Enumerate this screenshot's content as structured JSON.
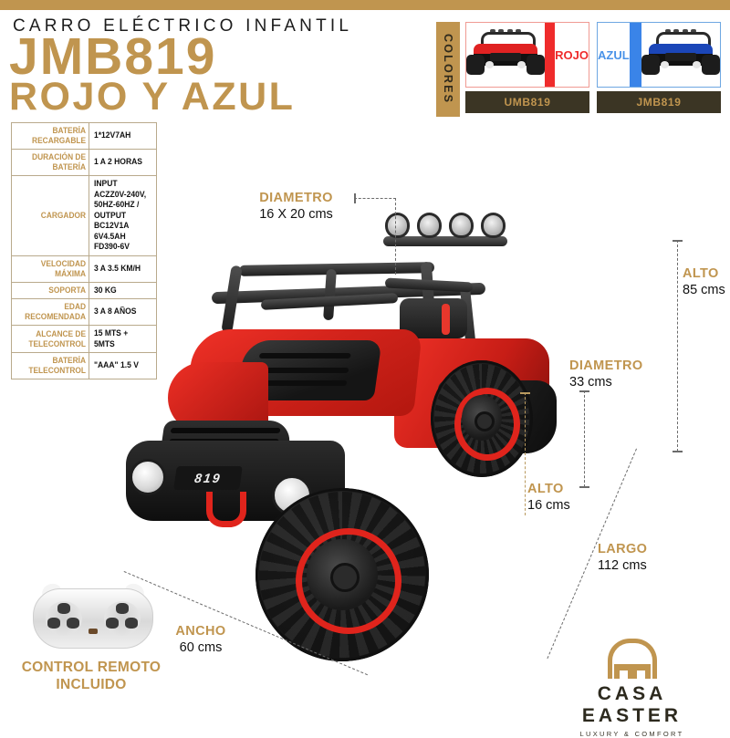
{
  "theme": {
    "gold": "#C0954F",
    "dark_olive": "#3B3524",
    "red": "#EF2B2B",
    "blue": "#3A84E8"
  },
  "header": {
    "kicker": "CARRO ELÉCTRICO INFANTIL",
    "title": "JMB819",
    "subtitle": "ROJO Y AZUL"
  },
  "specs": {
    "rows": [
      {
        "label": "BATERÍA RECARGABLE",
        "value": "1*12V7AH"
      },
      {
        "label": "DURACIÓN DE BATERÍA",
        "value": "1 A 2 HORAS"
      },
      {
        "label": "CARGADOR",
        "value": "INPUT ACZZ0V-240V, 50HZ-60HZ / OUTPUT BC12V1A 6V4.5AH FD390-6V"
      },
      {
        "label": "VELOCIDAD MÁXIMA",
        "value": "3 A 3.5 KM/H"
      },
      {
        "label": "SOPORTA",
        "value": "30 KG"
      },
      {
        "label": "EDAD RECOMENDADA",
        "value": "3 A 8 AÑOS"
      },
      {
        "label": "ALCANCE DE TELECONTROL",
        "value": "15 MTS + 5MTS"
      },
      {
        "label": "BATERÍA TELECONTROL",
        "value": "\"AAA\" 1.5 V"
      }
    ]
  },
  "colores": {
    "tab_label": "COLORES",
    "options": [
      {
        "name": "ROJO",
        "model": "UMB819",
        "hex": "#EF2B2B"
      },
      {
        "name": "AZUL",
        "model": "JMB819",
        "hex": "#3A84E8"
      }
    ]
  },
  "dimensions": {
    "light_diameter": {
      "label": "DIAMETRO",
      "value": "16 X 20 cms"
    },
    "wheel_diameter": {
      "label": "DIAMETRO",
      "value": "33 cms"
    },
    "wheel_height": {
      "label": "ALTO",
      "value": "16 cms"
    },
    "total_height": {
      "label": "ALTO",
      "value": "85 cms"
    },
    "length": {
      "label": "LARGO",
      "value": "112 cms"
    },
    "width": {
      "label": "ANCHO",
      "value": "60 cms"
    }
  },
  "remote": {
    "caption_line1": "CONTROL REMOTO",
    "caption_line2": "INCLUIDO"
  },
  "brand": {
    "name": "CASA EASTER",
    "tagline": "LUXURY & COMFORT"
  }
}
